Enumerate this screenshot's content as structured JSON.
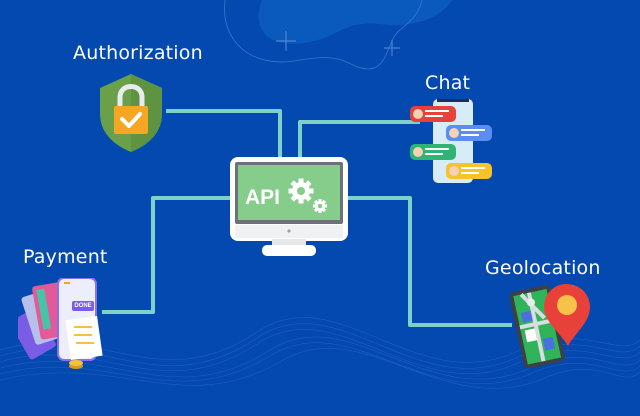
{
  "diagram": {
    "center": {
      "label": "API"
    },
    "nodes": [
      {
        "id": "authorization",
        "label": "Authorization",
        "icon": "shield-lock-icon"
      },
      {
        "id": "chat",
        "label": "Chat",
        "icon": "chat-phone-icon"
      },
      {
        "id": "payment",
        "label": "Payment",
        "icon": "payment-cards-icon",
        "button_text": "DONE"
      },
      {
        "id": "geolocation",
        "label": "Geolocation",
        "icon": "map-pin-phone-icon"
      }
    ]
  },
  "colors": {
    "background": "#0449b0",
    "connector": "#7fd0c8",
    "screen": "#86cc8a",
    "shield": "#6aa04a",
    "lock": "#f5a623",
    "pin": "#e8413a"
  }
}
